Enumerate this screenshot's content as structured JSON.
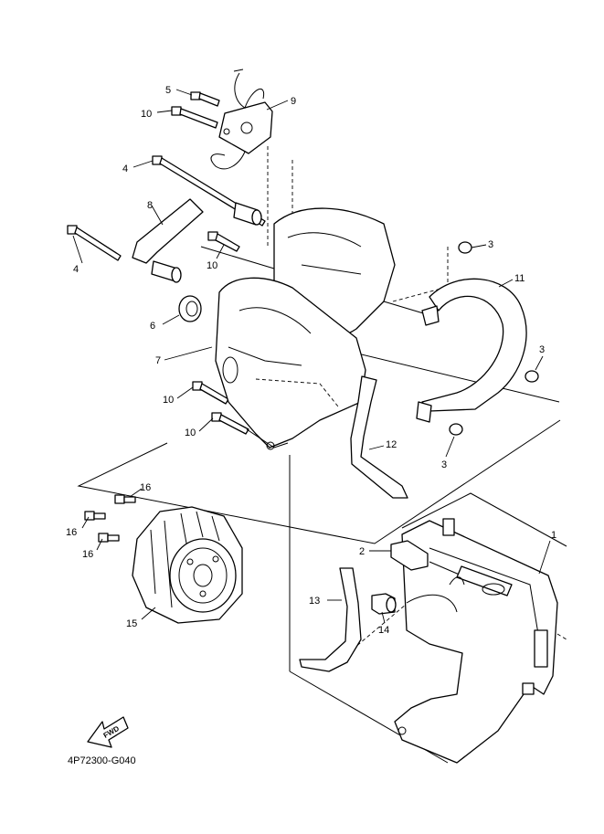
{
  "diagram": {
    "code": "4P72300-G040",
    "fwd_label": "FWD",
    "callouts": {
      "c1": "1",
      "c2": "2",
      "c3a": "3",
      "c3b": "3",
      "c3c": "3",
      "c4a": "4",
      "c4b": "4",
      "c5": "5",
      "c6": "6",
      "c7": "7",
      "c8": "8",
      "c9": "9",
      "c10a": "10",
      "c10b": "10",
      "c10c": "10",
      "c10d": "10",
      "c11": "11",
      "c12": "12",
      "c13": "13",
      "c14": "14",
      "c15": "15",
      "c16a": "16",
      "c16b": "16",
      "c16c": "16"
    }
  }
}
